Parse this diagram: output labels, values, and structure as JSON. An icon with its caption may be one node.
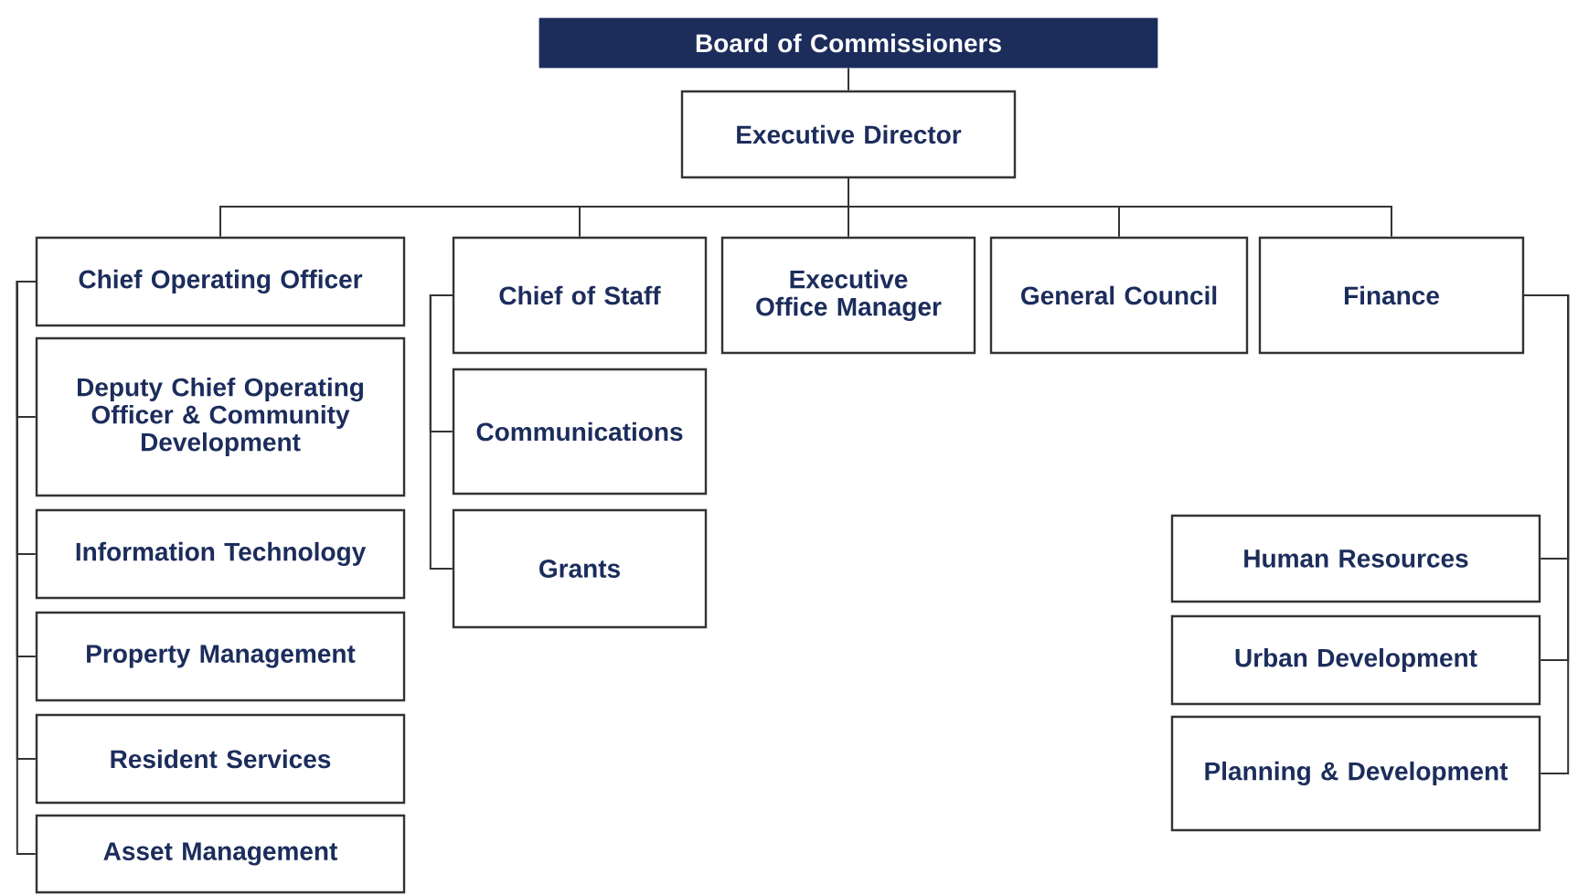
{
  "diagram": {
    "nodes": [
      {
        "text": [
          "Board of Commissioners"
        ]
      },
      {
        "text": [
          "Executive Director"
        ]
      },
      {
        "text": [
          "Chief Operating Officer"
        ]
      },
      {
        "text": [
          "Chief of Staff"
        ]
      },
      {
        "text": [
          "Executive Office Manager"
        ]
      },
      {
        "text": [
          "General Council"
        ]
      },
      {
        "text": [
          "Finance"
        ]
      },
      {
        "text": [
          "Deputy Chief Operating Officer & Community Development"
        ]
      },
      {
        "text": [
          "Information Technology"
        ]
      },
      {
        "text": [
          "Property Management"
        ]
      },
      {
        "text": [
          "Resident Services"
        ]
      },
      {
        "text": [
          "Asset Management"
        ]
      },
      {
        "text": [
          "Communications"
        ]
      },
      {
        "text": [
          "Grants"
        ]
      },
      {
        "text": [
          "Human Resources"
        ]
      },
      {
        "text": [
          "Urban Development"
        ]
      },
      {
        "text": [
          "Planning & Development"
        ]
      }
    ],
    "edges": [
      {
        "from": 0,
        "to": 1,
        "arrow": "none"
      },
      {
        "from": 1,
        "to": 2,
        "arrow": "none"
      },
      {
        "from": 1,
        "to": 3,
        "arrow": "none"
      },
      {
        "from": 1,
        "to": 4,
        "arrow": "none"
      },
      {
        "from": 1,
        "to": 5,
        "arrow": "none"
      },
      {
        "from": 1,
        "to": 6,
        "arrow": "none"
      },
      {
        "from": 2,
        "to": 7,
        "arrow": "none"
      },
      {
        "from": 2,
        "to": 8,
        "arrow": "none"
      },
      {
        "from": 2,
        "to": 9,
        "arrow": "none"
      },
      {
        "from": 2,
        "to": 10,
        "arrow": "none"
      },
      {
        "from": 2,
        "to": 11,
        "arrow": "none"
      },
      {
        "from": 3,
        "to": 12,
        "arrow": "none"
      },
      {
        "from": 3,
        "to": 13,
        "arrow": "none"
      },
      {
        "from": 6,
        "to": 14,
        "arrow": "none"
      },
      {
        "from": 6,
        "to": 15,
        "arrow": "none"
      },
      {
        "from": 6,
        "to": 16,
        "arrow": "none"
      }
    ]
  }
}
